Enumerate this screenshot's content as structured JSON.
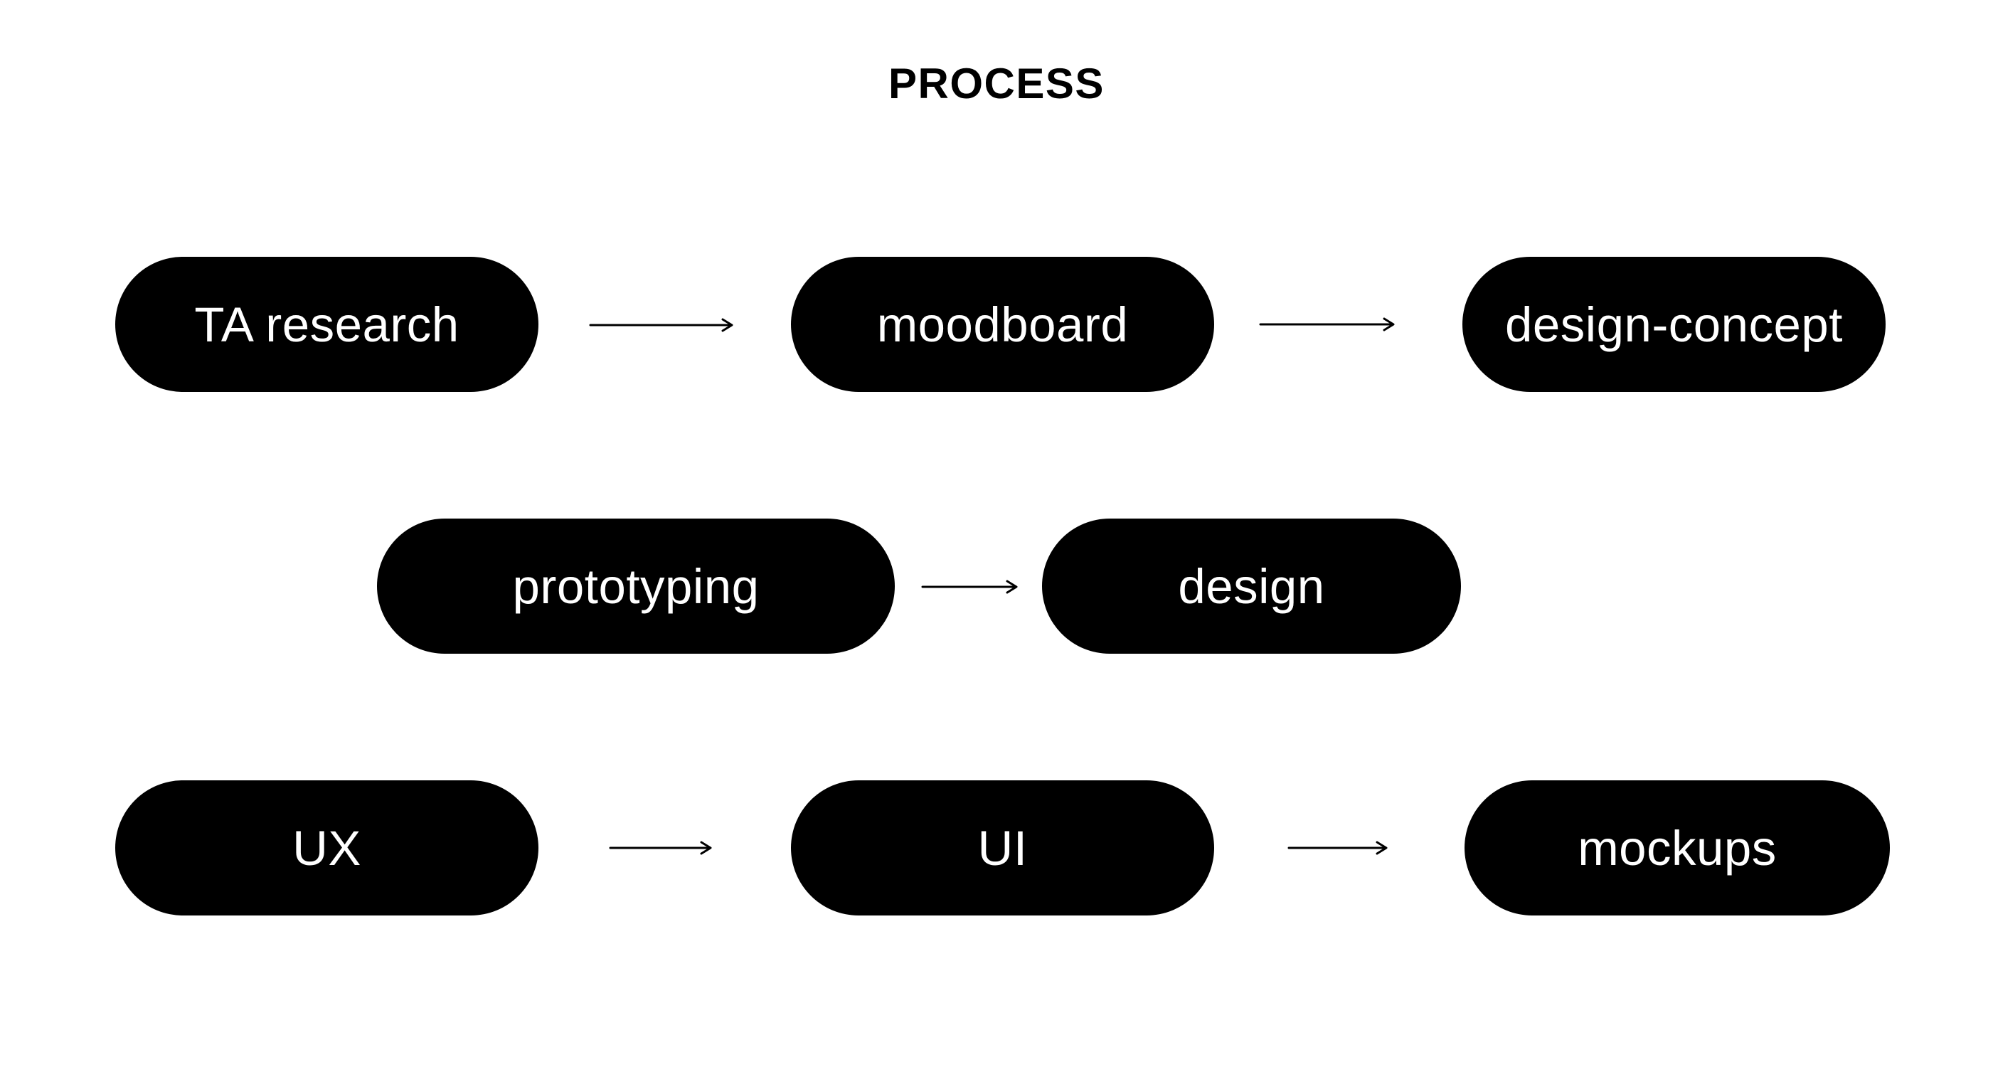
{
  "title": "PROCESS",
  "rows": [
    {
      "nodes": [
        {
          "label": "TA research"
        },
        {
          "label": "moodboard"
        },
        {
          "label": "design-concept"
        }
      ],
      "arrow_count": 2
    },
    {
      "nodes": [
        {
          "label": "prototyping"
        },
        {
          "label": "design"
        }
      ],
      "arrow_count": 1
    },
    {
      "nodes": [
        {
          "label": "UX"
        },
        {
          "label": "UI"
        },
        {
          "label": "mockups"
        }
      ],
      "arrow_count": 2
    }
  ],
  "colors": {
    "bg": "#ffffff",
    "node-bg": "#000000",
    "node-text": "#ffffff",
    "title-text": "#000000",
    "arrow": "#000000"
  }
}
